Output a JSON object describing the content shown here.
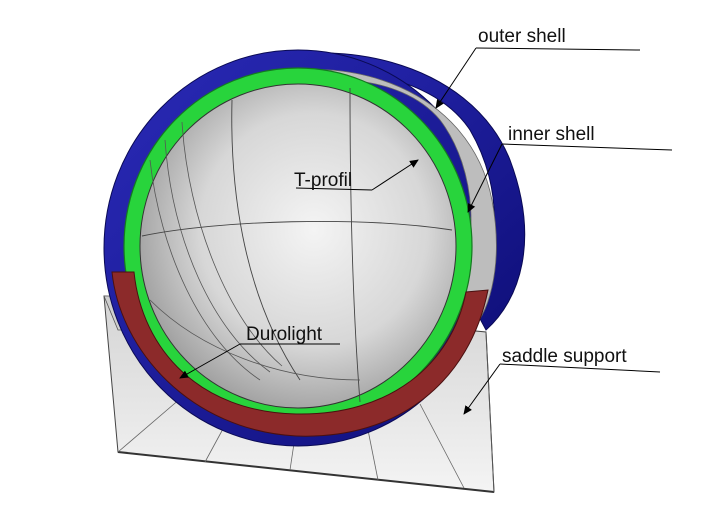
{
  "labels": {
    "outer_shell": "outer shell",
    "inner_shell": "inner shell",
    "t_profil": "T-profil",
    "durolight": "Durolight",
    "saddle_support": "saddle support"
  },
  "colors": {
    "outer_shell": "#1c1ca0",
    "inner_shell_ring": "#28d43c",
    "durolight": "#8c2a2a",
    "interior": "#d9d9d9",
    "saddle": "#e6e6e6",
    "line": "#000000"
  }
}
